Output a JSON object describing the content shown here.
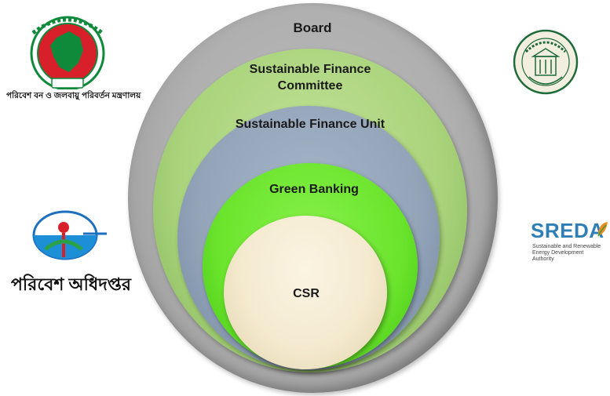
{
  "diagram": {
    "layers": [
      {
        "label": "Board",
        "color": "#b0b0b0"
      },
      {
        "label": "Sustainable Finance Committee",
        "color": "#a9d37b"
      },
      {
        "label": "Sustainable Finance Unit",
        "color": "#93a4b9"
      },
      {
        "label": "Green Banking",
        "color": "#6be42d"
      },
      {
        "label": "CSR",
        "color": "#f4ead0"
      }
    ]
  },
  "logos": {
    "moefcc": {
      "icon": "government-seal-icon",
      "caption": "পরিবেশ বন ও জলবায়ু পরিবর্তন মন্ত্রণালয়"
    },
    "bangladesh_bank": {
      "icon": "bangladesh-bank-seal-icon"
    },
    "doe": {
      "icon": "department-of-environment-icon",
      "caption": "পরিবেশ অধিদপ্তর"
    },
    "sreda": {
      "icon": "sreda-logo-icon",
      "name": "SREDA",
      "caption": "Sustainable and Renewable Energy Development Authority"
    }
  }
}
